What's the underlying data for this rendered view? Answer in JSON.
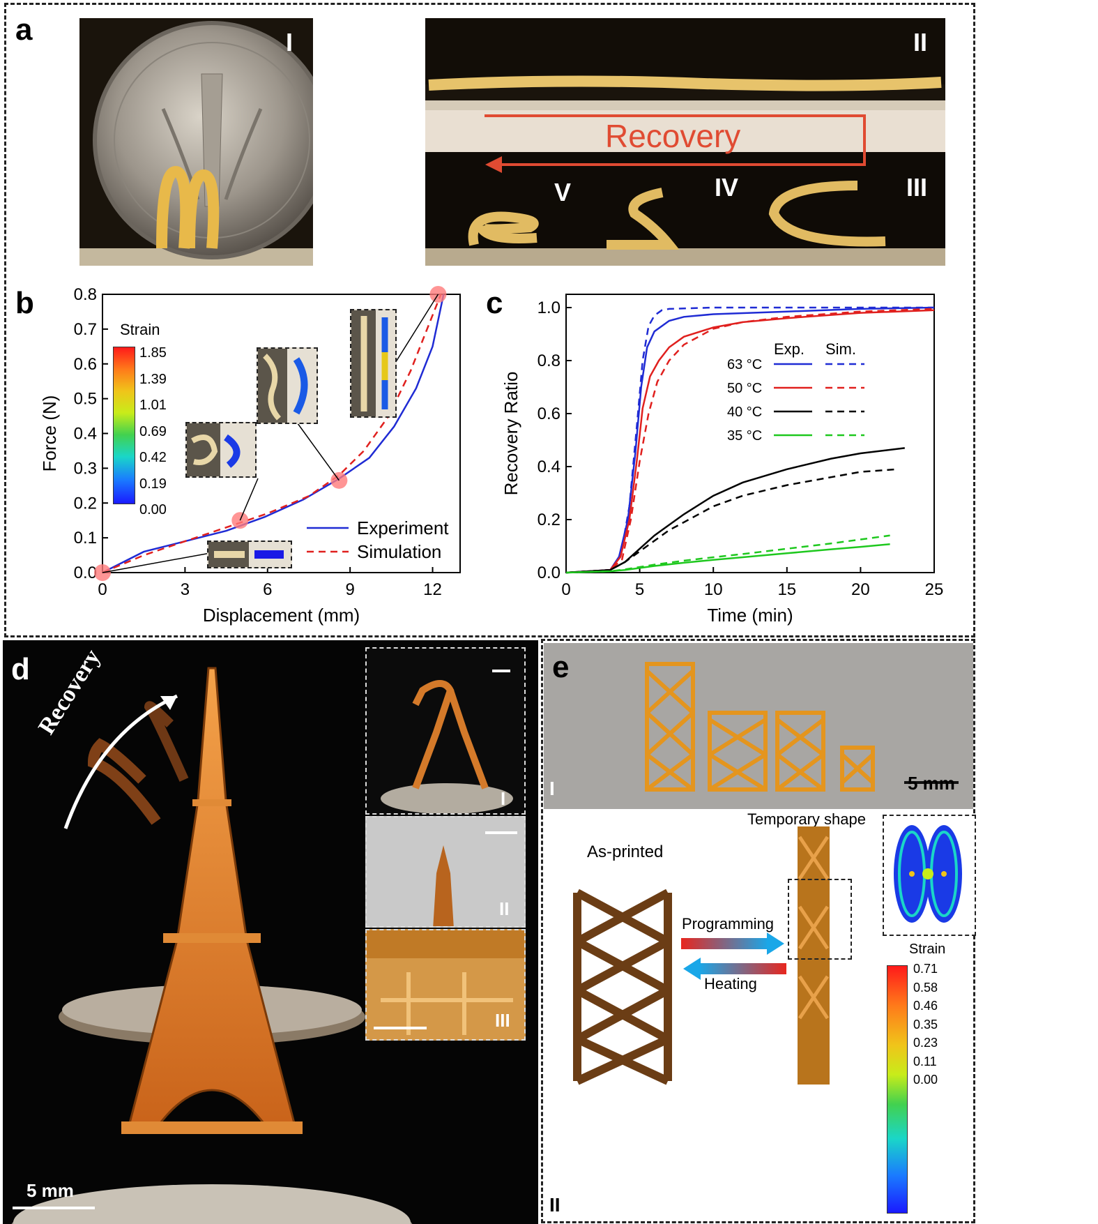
{
  "panels": {
    "a": {
      "letter": "a",
      "labels": [
        "I",
        "II",
        "III",
        "IV",
        "V"
      ],
      "arrow_text": "Recovery"
    },
    "b": {
      "letter": "b",
      "colorbar_title": "Strain",
      "colorbar_ticks": [
        "1.85",
        "1.39",
        "1.01",
        "0.69",
        "0.42",
        "0.19",
        "0.00"
      ]
    },
    "c": {
      "letter": "c"
    },
    "d": {
      "letter": "d",
      "arrow_text": "Recovery",
      "scale_label": "5 mm",
      "inset_labels": [
        "I",
        "II",
        "III"
      ]
    },
    "e": {
      "letter": "e",
      "scale_label": "5 mm",
      "sub_label_top": "I",
      "sub_label_bottom": "II",
      "as_printed": "As-printed",
      "temporary_shape": "Temporary shape",
      "programming": "Programming",
      "heating": "Heating",
      "colorbar_title": "Strain",
      "colorbar_ticks": [
        "0.71",
        "0.58",
        "0.46",
        "0.35",
        "0.23",
        "0.11",
        "0.00"
      ]
    }
  },
  "chart_data": [
    {
      "type": "line",
      "panel": "b",
      "xlabel": "Displacement (mm)",
      "ylabel": "Force (N)",
      "xlim": [
        0,
        13
      ],
      "ylim": [
        0,
        0.8
      ],
      "xticks": [
        "0",
        "3",
        "6",
        "9",
        "12"
      ],
      "yticks": [
        "0.0",
        "0.1",
        "0.2",
        "0.3",
        "0.4",
        "0.5",
        "0.6",
        "0.7",
        "0.8"
      ],
      "legend_position": "bottom-right",
      "series": [
        {
          "name": "Experiment",
          "style": "solid",
          "color": "#1f2bd4",
          "x": [
            0,
            1.5,
            3,
            4.5,
            5.9,
            7.3,
            8.6,
            9.7,
            10.6,
            11.4,
            12.0,
            12.4
          ],
          "y": [
            0,
            0.06,
            0.09,
            0.12,
            0.16,
            0.21,
            0.27,
            0.33,
            0.42,
            0.53,
            0.65,
            0.8
          ]
        },
        {
          "name": "Simulation",
          "style": "dashed",
          "color": "#e0201e",
          "x": [
            0,
            1.5,
            3,
            4.5,
            6.0,
            7.5,
            8.6,
            9.5,
            10.4,
            11.2,
            11.8,
            12.3
          ],
          "y": [
            0,
            0.05,
            0.09,
            0.13,
            0.17,
            0.22,
            0.28,
            0.35,
            0.45,
            0.58,
            0.7,
            0.8
          ]
        }
      ],
      "markers": [
        {
          "x": 0,
          "y": 0
        },
        {
          "x": 5.0,
          "y": 0.15
        },
        {
          "x": 8.6,
          "y": 0.265
        },
        {
          "x": 12.2,
          "y": 0.8
        }
      ]
    },
    {
      "type": "line",
      "panel": "c",
      "xlabel": "Time (min)",
      "ylabel": "Recovery Ratio",
      "xlim": [
        0,
        25
      ],
      "ylim": [
        0,
        1.05
      ],
      "xticks": [
        "0",
        "5",
        "10",
        "15",
        "20",
        "25"
      ],
      "yticks": [
        "0.0",
        "0.2",
        "0.4",
        "0.6",
        "0.8",
        "1.0"
      ],
      "legend_headers": [
        "Exp.",
        "Sim."
      ],
      "legend_position": "top-right",
      "series": [
        {
          "name": "63 °C",
          "color": "#1f2bd4",
          "style": "solid",
          "x": [
            0,
            3,
            3.6,
            4.2,
            4.7,
            5.1,
            5.5,
            6.0,
            7,
            8,
            10,
            15,
            20,
            25
          ],
          "y": [
            0,
            0.01,
            0.06,
            0.2,
            0.45,
            0.7,
            0.85,
            0.91,
            0.95,
            0.965,
            0.975,
            0.985,
            0.995,
            1.0
          ]
        },
        {
          "name": "63 °C",
          "color": "#1f2bd4",
          "style": "dashed",
          "x": [
            0,
            3,
            3.7,
            4.3,
            4.8,
            5.2,
            5.6,
            6.0,
            6.5,
            7,
            10,
            15,
            20,
            25
          ],
          "y": [
            0,
            0.01,
            0.06,
            0.25,
            0.55,
            0.8,
            0.93,
            0.97,
            0.99,
            0.995,
            1.0,
            1.0,
            1.0,
            1.0
          ]
        },
        {
          "name": "50 °C",
          "color": "#e0201e",
          "style": "solid",
          "x": [
            0,
            3,
            3.7,
            4.3,
            4.8,
            5.2,
            5.7,
            6.3,
            7,
            8,
            10,
            12,
            15,
            20,
            25
          ],
          "y": [
            0,
            0.01,
            0.06,
            0.2,
            0.42,
            0.62,
            0.74,
            0.8,
            0.85,
            0.89,
            0.925,
            0.945,
            0.96,
            0.98,
            0.99
          ]
        },
        {
          "name": "50 °C",
          "color": "#e0201e",
          "style": "dashed",
          "x": [
            0,
            3,
            3.8,
            4.4,
            5.0,
            5.6,
            6.2,
            7,
            8,
            10,
            12,
            15,
            20,
            25
          ],
          "y": [
            0,
            0.01,
            0.05,
            0.2,
            0.42,
            0.6,
            0.72,
            0.8,
            0.86,
            0.92,
            0.945,
            0.965,
            0.985,
            0.995
          ]
        },
        {
          "name": "40 °C",
          "color": "#000000",
          "style": "solid",
          "x": [
            0,
            3,
            4,
            5,
            6,
            7,
            8,
            10,
            12,
            15,
            18,
            20,
            23
          ],
          "y": [
            0,
            0.01,
            0.04,
            0.09,
            0.14,
            0.18,
            0.22,
            0.29,
            0.34,
            0.39,
            0.43,
            0.45,
            0.47
          ]
        },
        {
          "name": "40 °C",
          "color": "#000000",
          "style": "dashed",
          "x": [
            0,
            3,
            4,
            5,
            6,
            7,
            8,
            10,
            12,
            15,
            18,
            20,
            22.5
          ],
          "y": [
            0,
            0.01,
            0.04,
            0.08,
            0.12,
            0.16,
            0.19,
            0.25,
            0.29,
            0.33,
            0.36,
            0.38,
            0.39
          ]
        },
        {
          "name": "35 °C",
          "color": "#1ec81e",
          "style": "solid",
          "x": [
            0,
            3,
            4,
            6,
            8,
            10,
            12,
            15,
            18,
            20,
            22
          ],
          "y": [
            0,
            0.005,
            0.01,
            0.025,
            0.037,
            0.048,
            0.058,
            0.073,
            0.088,
            0.097,
            0.107
          ]
        },
        {
          "name": "35 °C",
          "color": "#1ec81e",
          "style": "dashed",
          "x": [
            0,
            3,
            4,
            6,
            8,
            10,
            12,
            15,
            18,
            20,
            22
          ],
          "y": [
            0,
            0.005,
            0.012,
            0.03,
            0.045,
            0.058,
            0.07,
            0.09,
            0.11,
            0.125,
            0.14
          ]
        }
      ]
    }
  ],
  "colors": {
    "blue": "#1f2bd4",
    "red": "#e0201e",
    "green": "#1ec81e",
    "arrow_red": "#e04b32",
    "amber": "#d9962b"
  }
}
